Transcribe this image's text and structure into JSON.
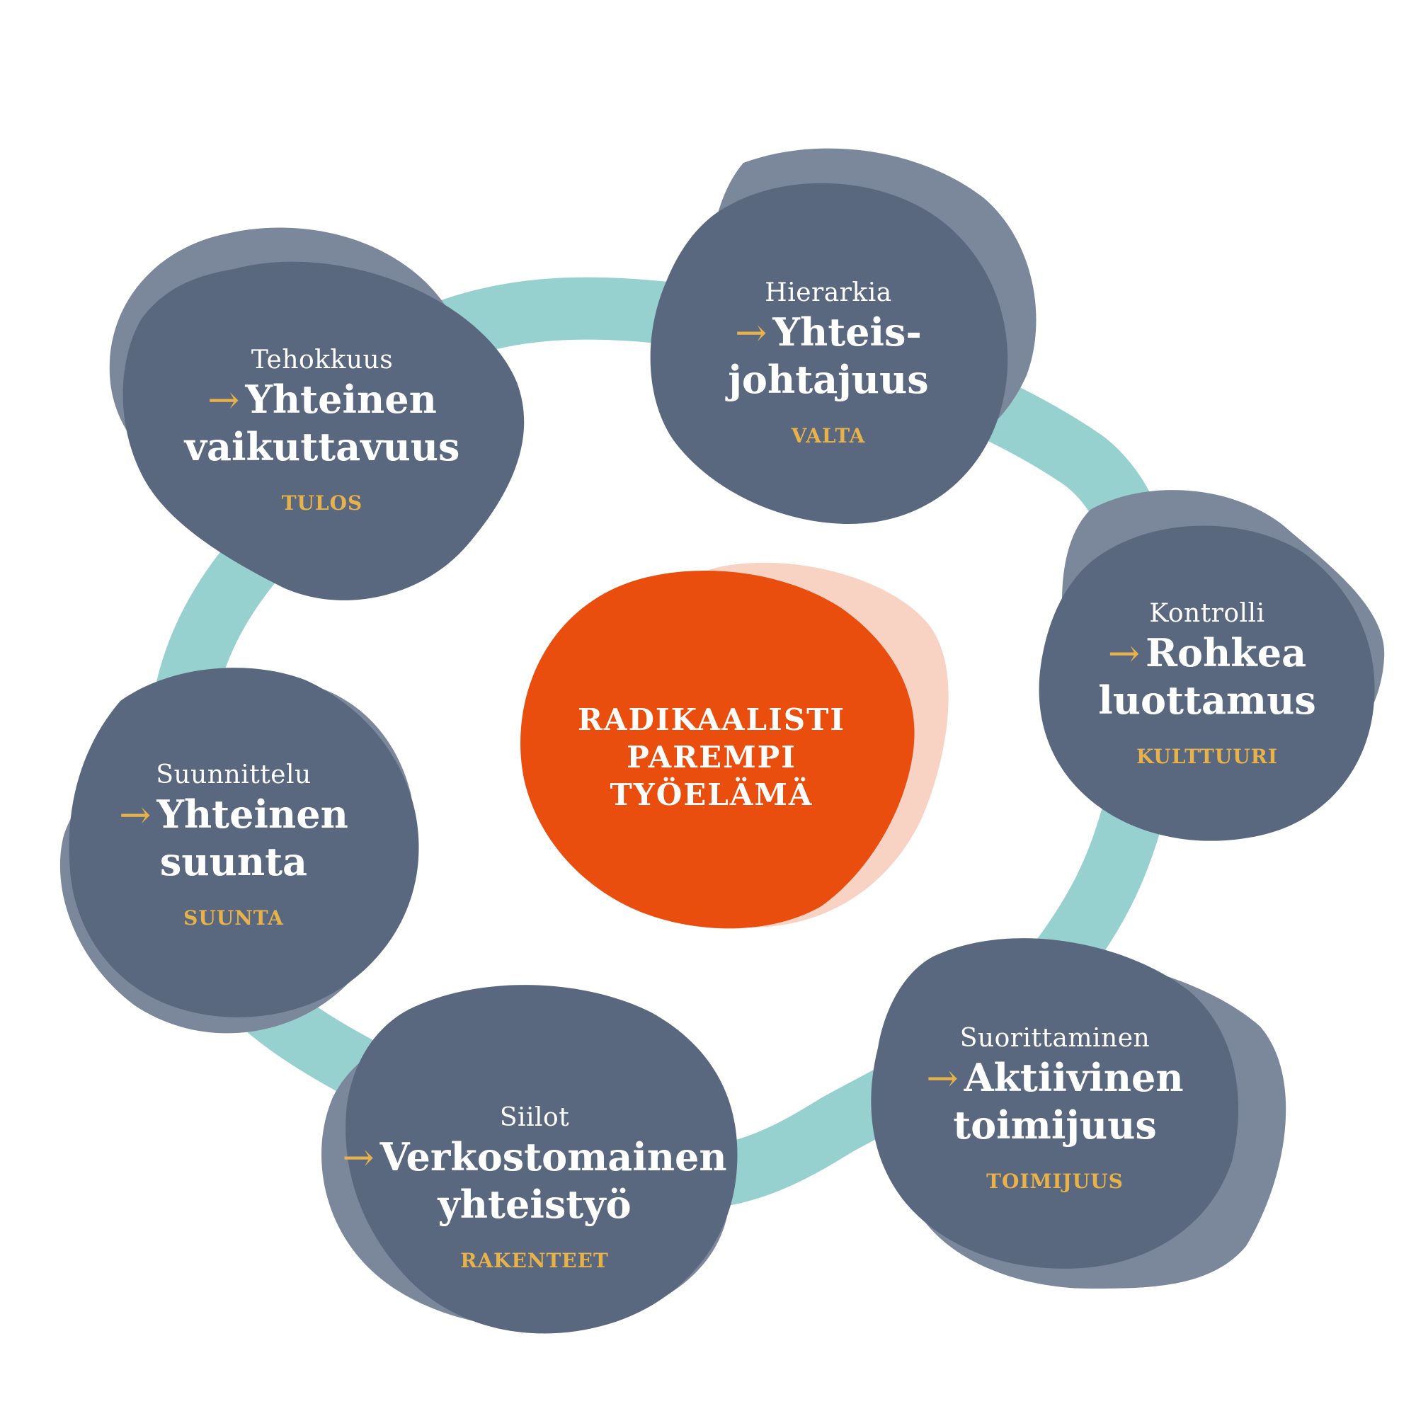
{
  "center": {
    "label": "RADIKAALISTI\nPAREMPI\nTYÖELÄMÄ"
  },
  "nodes": [
    {
      "from": "Tehokkuus",
      "arrow": "→",
      "to": "Yhteinen\nvaikuttavuus",
      "category": "TULOS"
    },
    {
      "from": "Hierarkia",
      "arrow": "→",
      "to": "Yhteis-\njohtajuus",
      "category": "VALTA"
    },
    {
      "from": "Kontrolli",
      "arrow": "→",
      "to": "Rohkea\nluottamus",
      "category": "KULTTUURI"
    },
    {
      "from": "Suorittaminen",
      "arrow": "→",
      "to": "Aktiivinen\ntoimijuus",
      "category": "TOIMIJUUS"
    },
    {
      "from": "Siilot",
      "arrow": "→",
      "to": "Verkostomainen\nyhteistyö",
      "category": "RAKENTEET"
    },
    {
      "from": "Suunnittelu",
      "arrow": "→",
      "to": "Yhteinen\nsuunta",
      "category": "SUUNTA"
    }
  ],
  "colors": {
    "ring": "#96d1d0",
    "blob": "#5a687f",
    "blob_shadow": "#7b879b",
    "center": "#e94e0f",
    "center_shadow": "#f8d3c3",
    "accent": "#e8b24a",
    "text": "#ffffff"
  }
}
